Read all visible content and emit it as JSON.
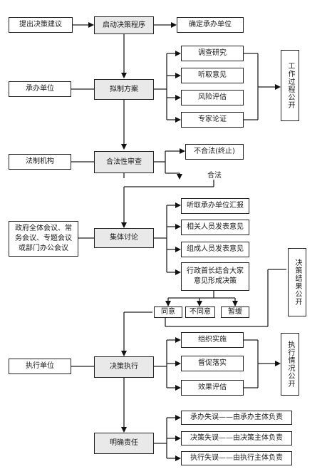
{
  "nodes": {
    "propose": "提出决策建议",
    "start": "启动决策程序",
    "determine_unit": "确定承办单位",
    "survey": "调查研究",
    "listen": "听取意见",
    "risk": "风险评估",
    "expert": "专家论证",
    "work_public": "工作过程公开",
    "undertaker": "承办单位",
    "draft": "拟制方案",
    "legal_org": "法制机构",
    "legality": "合法性审查",
    "illegal": "不合法(终止)",
    "legal": "合法",
    "meetings": "政府全体会议、常务会议、专题会议或部门办公会议",
    "collective": "集体讨论",
    "report": "听取承办单位汇报",
    "related": "相关人员发表意见",
    "members": "组成人员发表意见",
    "head": "行政首长结合大家意见形成决策",
    "result_public": "决策结果公开",
    "agree": "同意",
    "disagree": "不同意",
    "postpone": "暂缓",
    "exec_unit": "执行单位",
    "execute": "决策执行",
    "organize": "组织实施",
    "supervise": "督促落实",
    "evaluate": "效果评估",
    "exec_public": "执行情况公开",
    "clarify": "明确责任",
    "resp1": "承办失误——由承办主体负责",
    "resp2": "决策失误——由决策主体负责",
    "resp3": "执行失误——由执行主体负责"
  }
}
